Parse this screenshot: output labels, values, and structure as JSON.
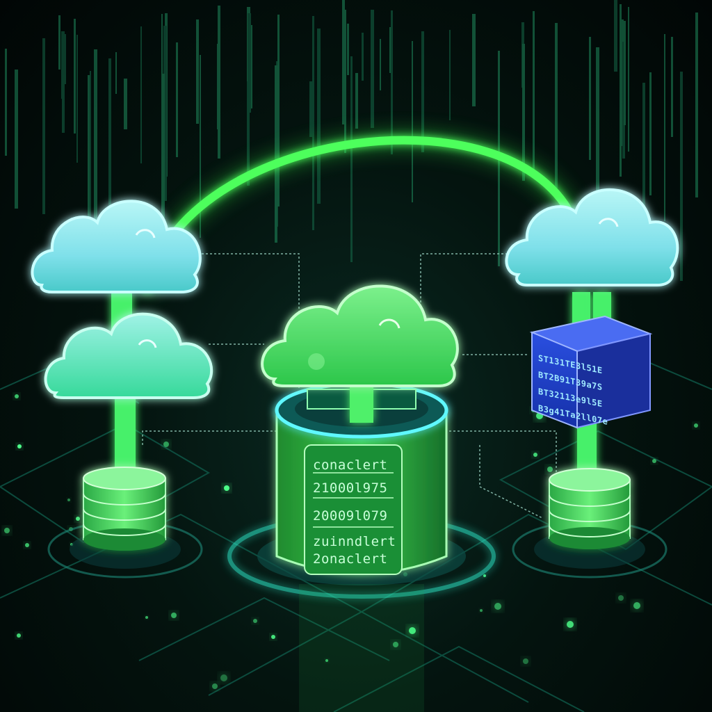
{
  "scene": {
    "colors": {
      "background": "#04140f",
      "neon_green": "#3cff5a",
      "cloud_cyan": "#7fe8ee",
      "cloud_green": "#46e36a",
      "block_blue": "#1f3fcc"
    },
    "icons": [
      "cloud-icon",
      "database-icon",
      "server-block-icon",
      "arc-connector"
    ],
    "central_tank": {
      "lines": [
        "conaclert",
        "21000l975",
        "20009l079",
        "zuinndlert",
        "2onaclert"
      ]
    },
    "blue_block": {
      "lines": [
        "ST131TE3l51E",
        "BT2B91T39a7S",
        "BT32113e9l5E",
        "B3g41Ta2ll07e"
      ]
    }
  }
}
